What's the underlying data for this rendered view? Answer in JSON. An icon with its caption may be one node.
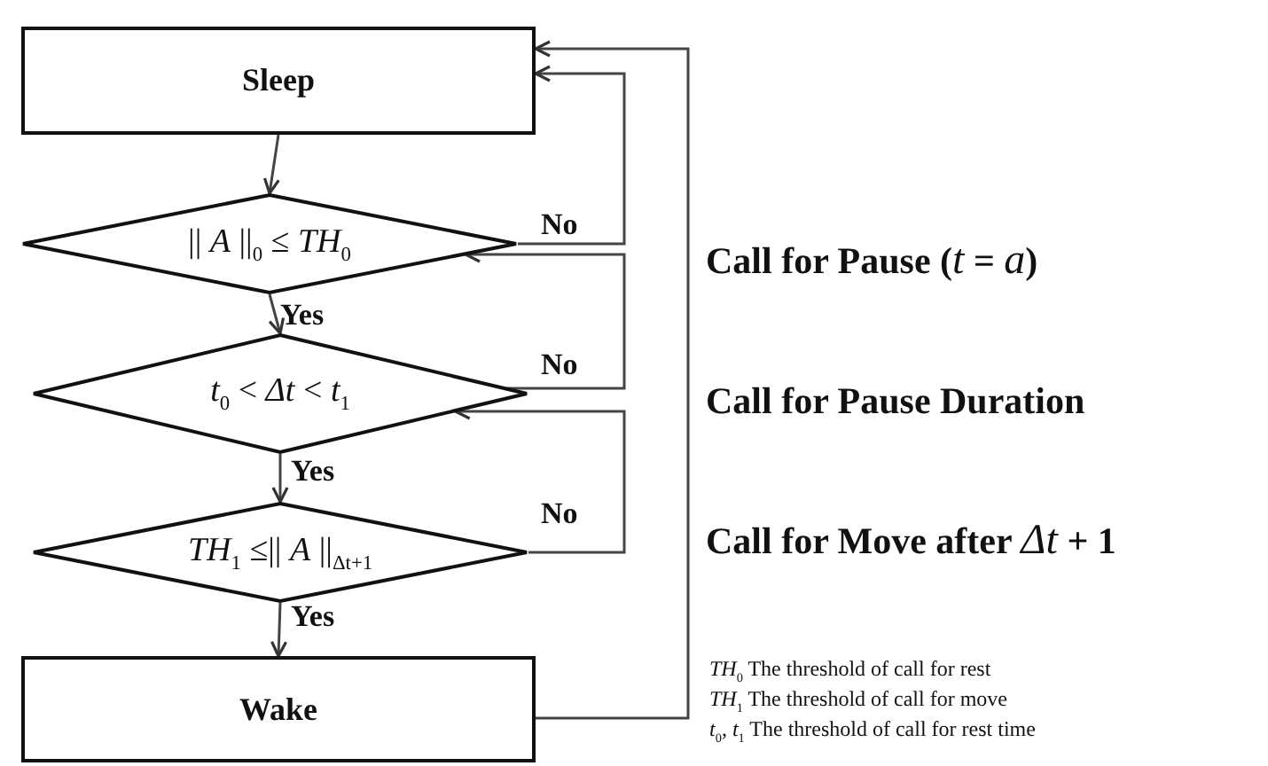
{
  "diagram": {
    "nodes": [
      {
        "text": [
          "Sleep"
        ]
      },
      {
        "text": [
          "|| *A* ||$_{0}$ ≤ *TH*$_{0}$"
        ]
      },
      {
        "text": [
          "*t*$_{0}$ < *Δt* < *t*$_{1}$"
        ]
      },
      {
        "text": [
          "*TH*$_{1}$ ≤|| *A* ||$_{Δt+1}$"
        ]
      },
      {
        "text": [
          "Wake"
        ]
      }
    ],
    "edges": [
      {
        "from": 0,
        "to": 1,
        "arrow": "to"
      },
      {
        "from": 1,
        "to": 2,
        "arrow": "to",
        "label": "Yes"
      },
      {
        "from": 2,
        "to": 3,
        "arrow": "to",
        "label": "Yes"
      },
      {
        "from": 3,
        "to": 4,
        "arrow": "to",
        "label": "Yes"
      },
      {
        "from": 1,
        "to": 0,
        "arrow": "to",
        "label": "No"
      },
      {
        "from": 2,
        "to": 1,
        "arrow": "to",
        "label": "No"
      },
      {
        "from": 3,
        "to": 2,
        "arrow": "to",
        "label": "No"
      },
      {
        "from": 4,
        "to": 0,
        "arrow": "to"
      }
    ],
    "labels": [
      "Call for Pause (*t* = *a*)",
      "Call for Pause Duration",
      "Call for Move after *Δt* + 1",
      "*TH*$_{0}$ The threshold of call for rest",
      "*TH*$_{1}$ The threshold of call for move",
      "*t*$_{0}$, *t*$_{1}$ The threshold of call for rest time"
    ]
  }
}
